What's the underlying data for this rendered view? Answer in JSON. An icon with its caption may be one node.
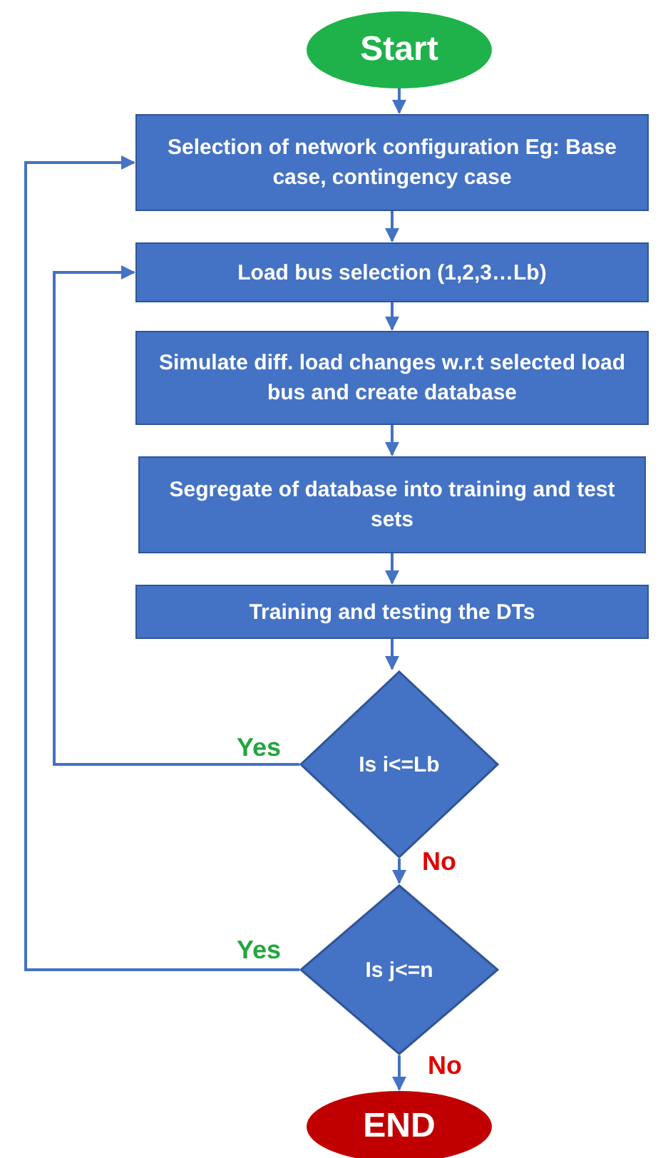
{
  "diagram": {
    "nodes": [
      {
        "text": [
          "Start"
        ]
      },
      {
        "text": [
          "Selection of network configuration Eg: Base case, contingency case"
        ]
      },
      {
        "text": [
          "Load bus selection (1,2,3…Lb)"
        ]
      },
      {
        "text": [
          "Simulate diff. load changes w.r.t selected load bus and create database"
        ]
      },
      {
        "text": [
          "Segregate of database into training and test sets"
        ]
      },
      {
        "text": [
          "Training and testing the DTs"
        ]
      },
      {
        "text": [
          "Is i<=Lb"
        ]
      },
      {
        "text": [
          "Is j<=n"
        ]
      },
      {
        "text": [
          "END"
        ]
      }
    ],
    "edges": [
      {
        "from": 0,
        "to": 1,
        "arrow": "to"
      },
      {
        "from": 1,
        "to": 2,
        "arrow": "to"
      },
      {
        "from": 2,
        "to": 3,
        "arrow": "to"
      },
      {
        "from": 3,
        "to": 4,
        "arrow": "to"
      },
      {
        "from": 4,
        "to": 5,
        "arrow": "to"
      },
      {
        "from": 5,
        "to": 6,
        "arrow": "to"
      },
      {
        "from": 6,
        "to": 7,
        "arrow": "to",
        "label": "No"
      },
      {
        "from": 6,
        "to": 2,
        "arrow": "to",
        "label": "Yes"
      },
      {
        "from": 7,
        "to": 8,
        "arrow": "to",
        "label": "No"
      },
      {
        "from": 7,
        "to": 1,
        "arrow": "to",
        "label": "Yes"
      }
    ]
  }
}
